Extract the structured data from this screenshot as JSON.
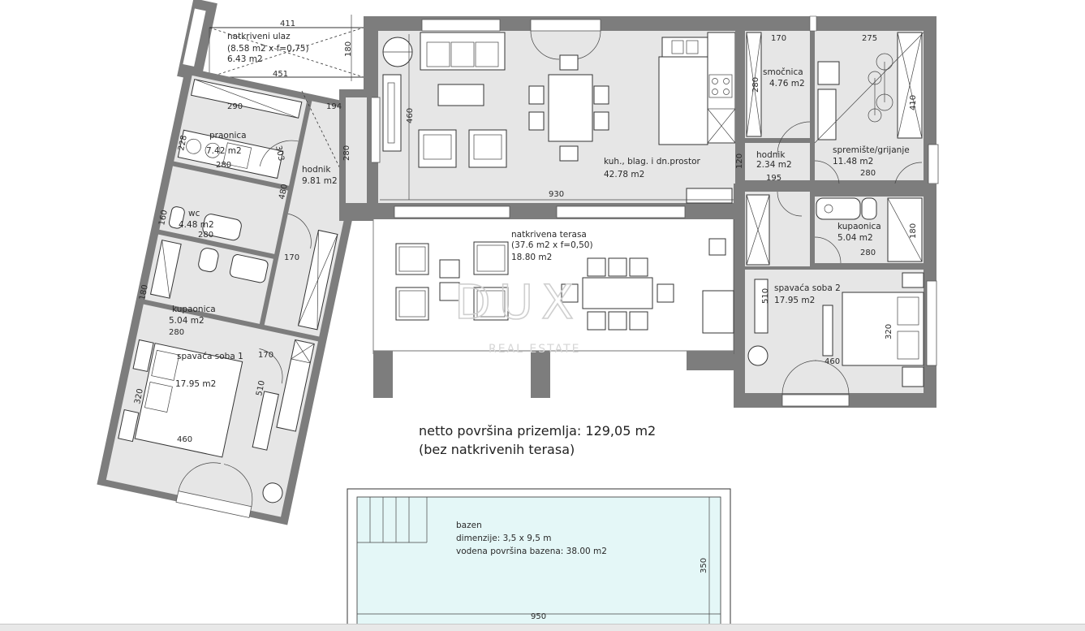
{
  "rooms": {
    "covered_entrance": {
      "name": "natkriveni ulaz",
      "calc": "(8.58 m2 x f=0,75)",
      "area": "6.43 m2",
      "dim_top": "411",
      "dim_bottom": "451",
      "dim_side": "180"
    },
    "laundry": {
      "name": "praonica",
      "area": "7.42 m2",
      "dim_top": "290",
      "dim_bottom": "280",
      "dim_left": "228",
      "dim_right": "303"
    },
    "hall_1": {
      "name": "hodnik",
      "area": "9.81 m2",
      "dim_top": "194",
      "dim_side": "280",
      "dim_mid": "480",
      "dim_bottom": "170"
    },
    "wc": {
      "name": "wc",
      "area": "4.48 m2",
      "dim_bottom": "280",
      "dim_left": "160"
    },
    "bathroom_1": {
      "name": "kupaonica",
      "area": "5.04 m2",
      "dim_bottom": "280",
      "dim_left": "180"
    },
    "bedroom_1": {
      "name": "spavaća soba 1",
      "area": "17.95 m2",
      "dim_top": "170",
      "dim_left": "320",
      "dim_right": "510",
      "dim_bottom": "460"
    },
    "kitchen": {
      "name": "kuh., blag. i dn.prostor",
      "area": "42.78 m2",
      "dim_left": "460",
      "dim_bottom": "930"
    },
    "pantry": {
      "name": "smočnica",
      "area": "4.76 m2",
      "dim_top": "170",
      "dim_left": "280"
    },
    "storage": {
      "name": "spremište/grijanje",
      "area": "11.48 m2",
      "dim_top": "275",
      "dim_right": "410",
      "dim_bottom": "280"
    },
    "hall_2": {
      "name": "hodnik",
      "area": "2.34 m2",
      "dim_bottom": "195",
      "dim_left": "120"
    },
    "bathroom_2": {
      "name": "kupaonica",
      "area": "5.04 m2",
      "dim_bottom": "280",
      "dim_right": "180"
    },
    "bedroom_2": {
      "name": "spavaća soba 2",
      "area": "17.95 m2",
      "dim_left": "510",
      "dim_right": "320",
      "dim_bottom": "460"
    },
    "terrace": {
      "name": "natkrivena terasa",
      "calc": "(37.6 m2 x f=0,50)",
      "area": "18.80 m2"
    }
  },
  "summary": {
    "line1": "netto površina prizemlja: 129,05 m2",
    "line2": "(bez natkrivenih terasa)"
  },
  "pool": {
    "name": "bazen",
    "dims": "dimenzije: 3,5 x 9,5 m",
    "water": "vodena površina bazena: 38.00 m2",
    "dim_width": "950",
    "dim_height": "350"
  },
  "watermark": {
    "logo": "DUX",
    "tagline": "REAL ESTATE"
  },
  "colors": {
    "wall": "#7d7d7d",
    "floor": "#e6e6e6",
    "pool_water": "#e4f7f7"
  }
}
